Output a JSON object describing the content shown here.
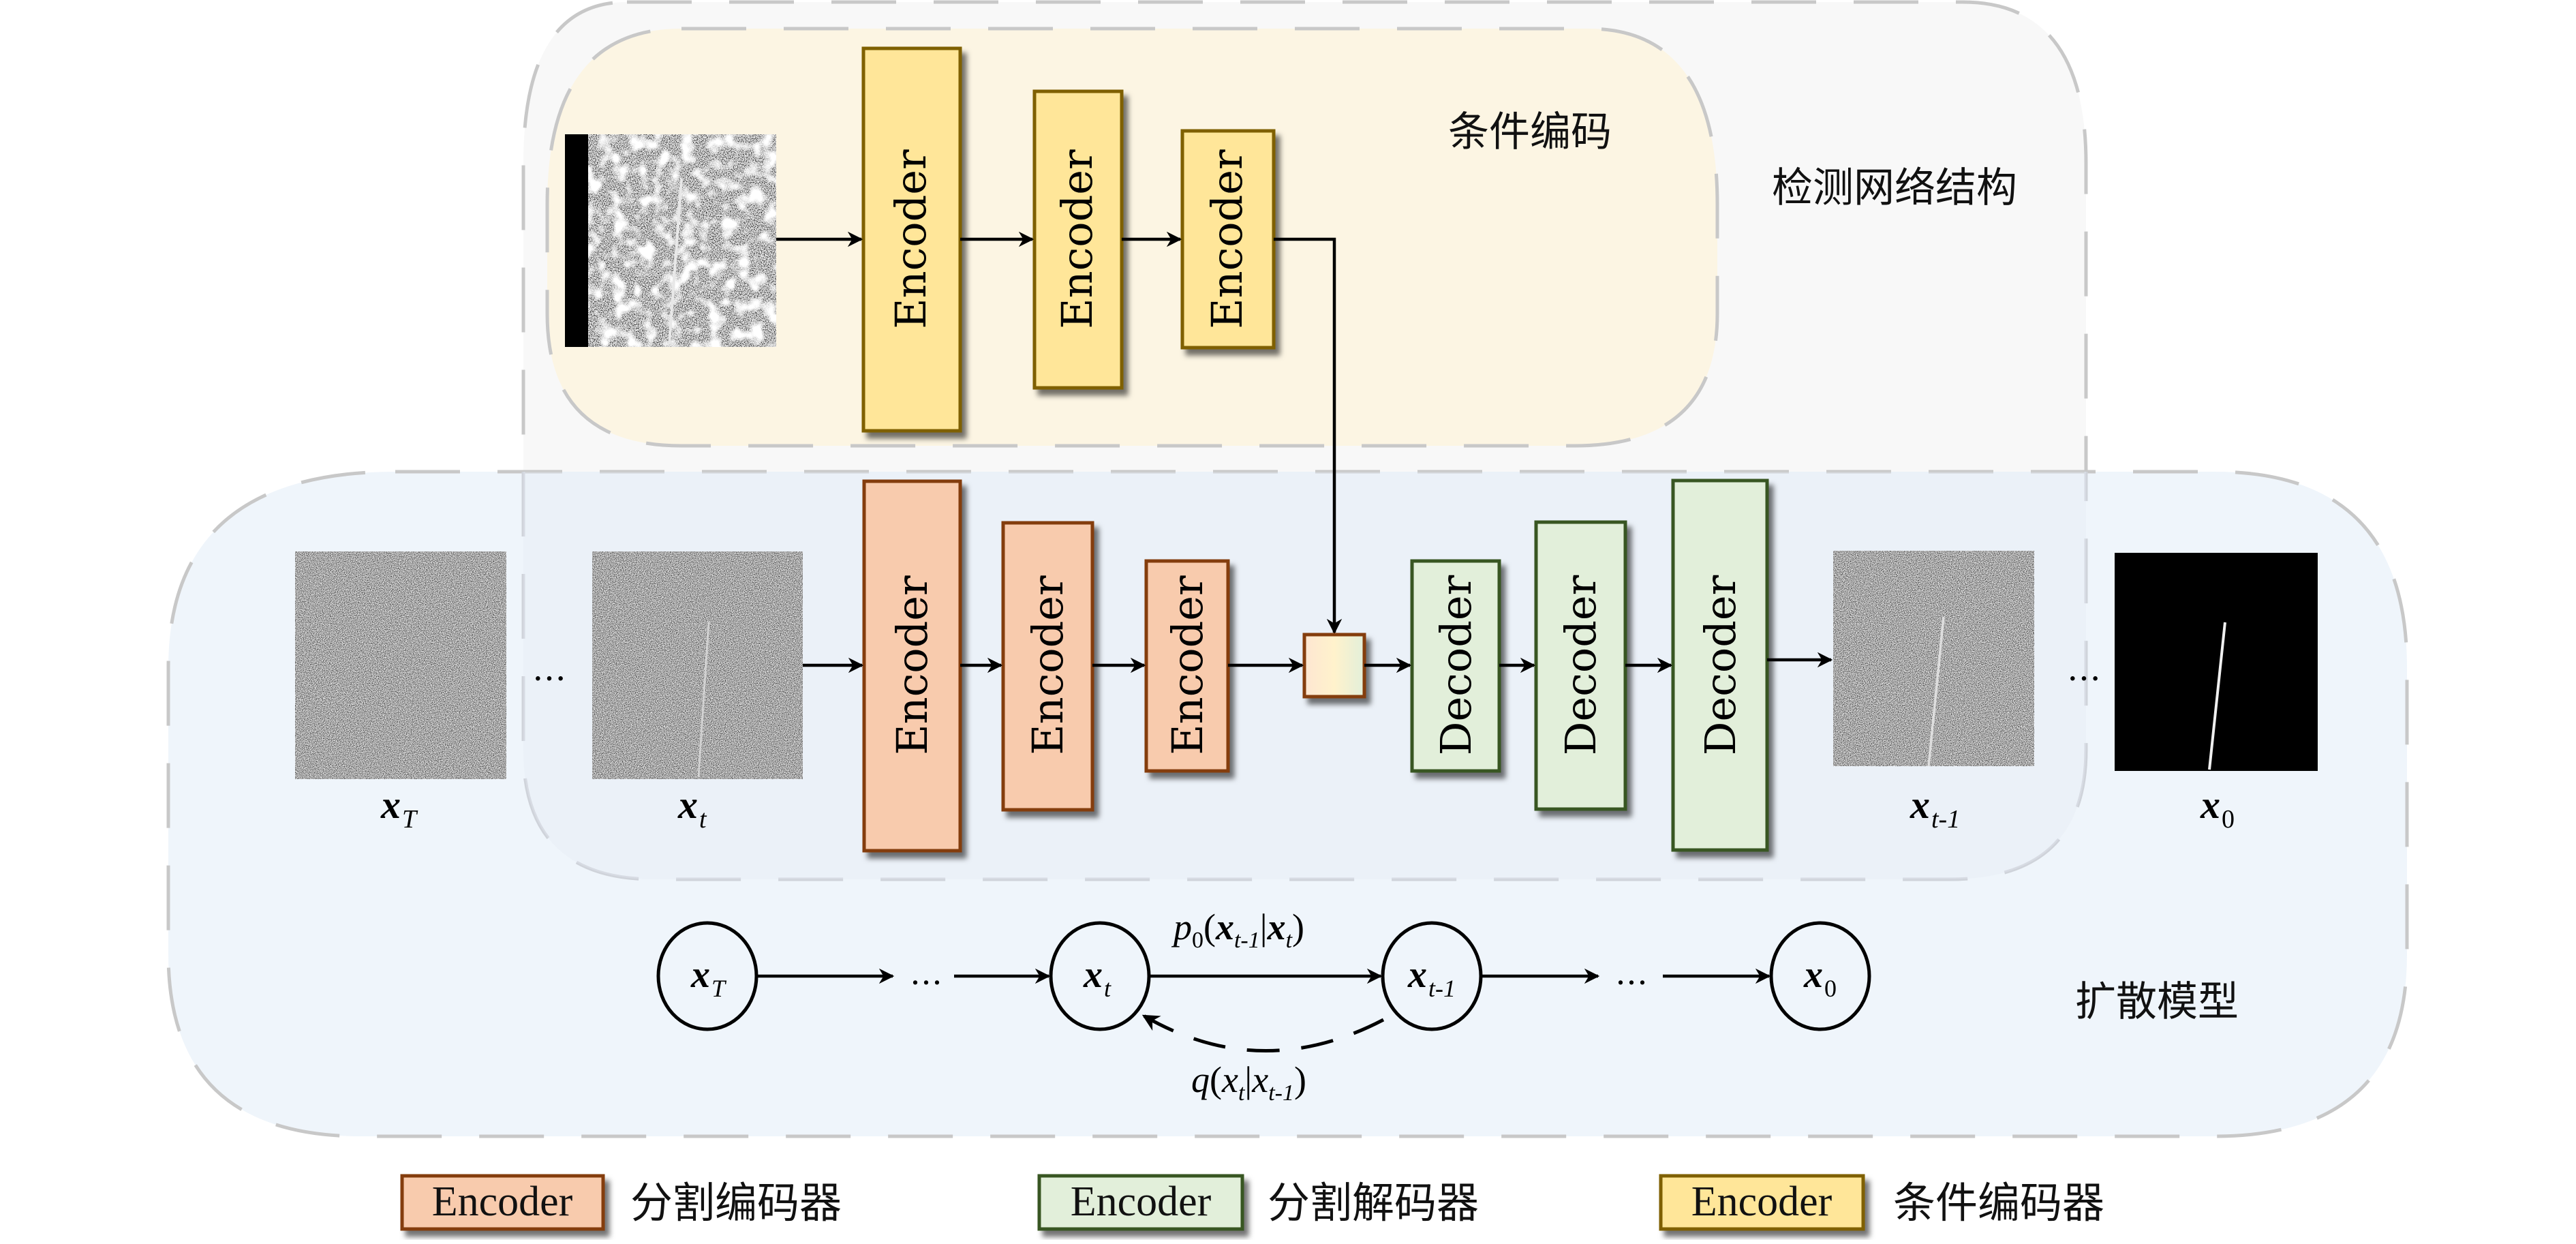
{
  "diagram": {
    "regions": {
      "detection_network": {
        "label": "检测网络结构",
        "fill": "#f8f8f8"
      },
      "condition_encoding": {
        "label": "条件编码",
        "fill": "#fcf5e3"
      },
      "diffusion_model": {
        "label": "扩散模型",
        "fill": "#eef4fb"
      }
    },
    "condition_branch": {
      "input_image": "sar-image-with-target-line",
      "blocks": [
        {
          "label": "Encoder",
          "type": "condition-encoder"
        },
        {
          "label": "Encoder",
          "type": "condition-encoder"
        },
        {
          "label": "Encoder",
          "type": "condition-encoder"
        }
      ]
    },
    "segmentation_branch": {
      "encoders": [
        {
          "label": "Encoder",
          "type": "segmentation-encoder"
        },
        {
          "label": "Encoder",
          "type": "segmentation-encoder"
        },
        {
          "label": "Encoder",
          "type": "segmentation-encoder"
        }
      ],
      "fusion_block": "feature-fusion",
      "decoders": [
        {
          "label": "Decoder",
          "type": "segmentation-decoder"
        },
        {
          "label": "Decoder",
          "type": "segmentation-decoder"
        },
        {
          "label": "Decoder",
          "type": "segmentation-decoder"
        }
      ]
    },
    "images": [
      {
        "id": "xT",
        "label_main": "x",
        "label_sub": "T",
        "kind": "pure-noise"
      },
      {
        "id": "xt",
        "label_main": "x",
        "label_sub": "t",
        "kind": "noisy-with-line"
      },
      {
        "id": "xt1",
        "label_main": "x",
        "label_sub": "t-1",
        "kind": "noisy-with-line"
      },
      {
        "id": "x0",
        "label_main": "x",
        "label_sub": "0",
        "kind": "clean-mask"
      }
    ],
    "ellipsis": "…",
    "markov_chain": {
      "nodes": [
        {
          "main": "x",
          "sub": "T"
        },
        {
          "main": "x",
          "sub": "t"
        },
        {
          "main": "x",
          "sub": "t-1"
        },
        {
          "main": "x",
          "sub": "0"
        }
      ],
      "reverse_label": {
        "fn": "p",
        "fn_sub": "0",
        "arg": "x",
        "arg_sub": "t-1",
        "given": "x",
        "given_sub": "t"
      },
      "forward_label": {
        "fn": "q",
        "arg": "x",
        "arg_sub": "t",
        "given": "x",
        "given_sub": "t-1"
      }
    }
  },
  "legend": [
    {
      "box_label": "Encoder",
      "text": "分割编码器",
      "fill": "#f8cbad",
      "stroke": "#843c0c"
    },
    {
      "box_label": "Encoder",
      "text": "分割解码器",
      "fill": "#e2efda",
      "stroke": "#375623"
    },
    {
      "box_label": "Encoder",
      "text": "条件编码器",
      "fill": "#ffe699",
      "stroke": "#7f6000"
    }
  ],
  "colors": {
    "seg_encoder_fill": "#f8cbad",
    "seg_encoder_stroke": "#843c0c",
    "seg_decoder_fill": "#e2efda",
    "seg_decoder_stroke": "#375623",
    "cond_encoder_fill": "#ffe699",
    "cond_encoder_stroke": "#7f6000"
  }
}
